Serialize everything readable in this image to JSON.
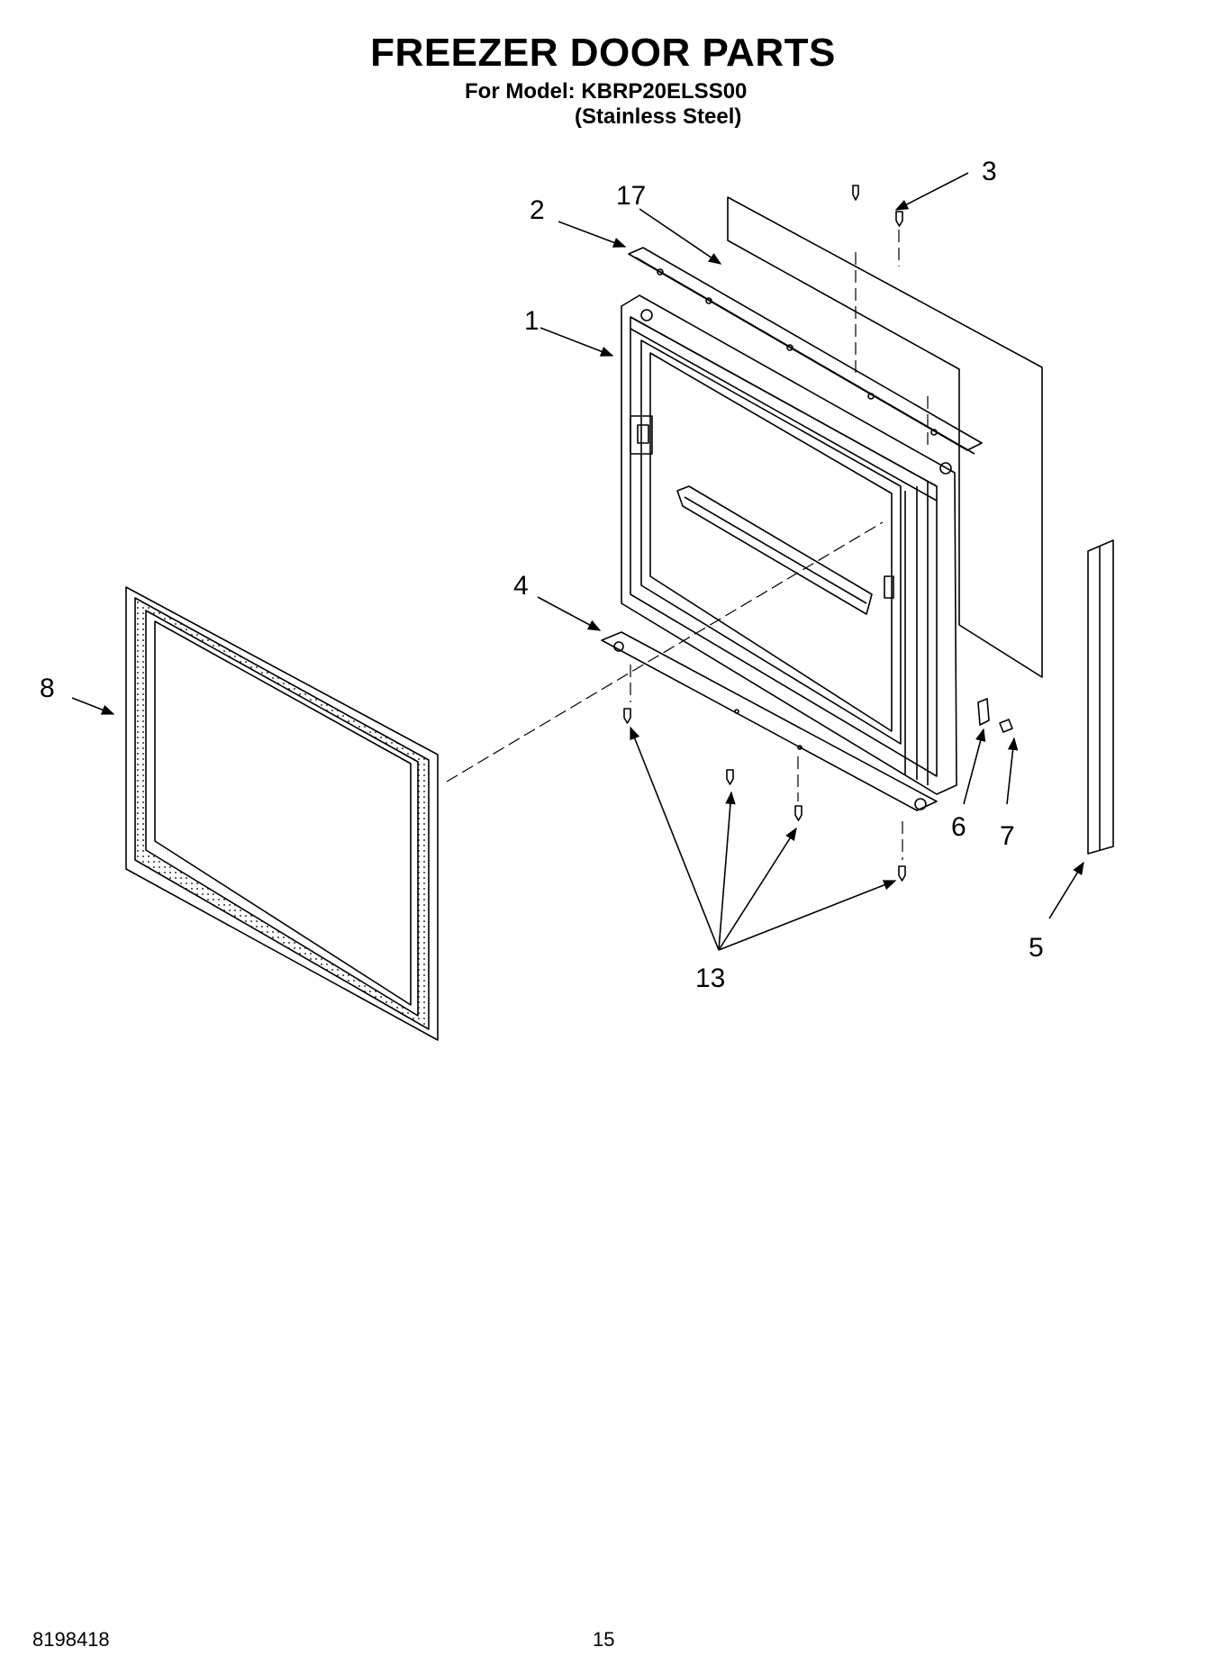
{
  "header": {
    "title": "FREEZER DOOR PARTS",
    "model_line": "For Model: KBRP20ELSS00",
    "finish_line": "(Stainless Steel)"
  },
  "callouts": {
    "c1": "1",
    "c2": "2",
    "c3": "3",
    "c4": "4",
    "c5": "5",
    "c6": "6",
    "c7": "7",
    "c8": "8",
    "c13": "13",
    "c17": "17"
  },
  "footer": {
    "doc_number": "8198418",
    "page_number": "15"
  }
}
